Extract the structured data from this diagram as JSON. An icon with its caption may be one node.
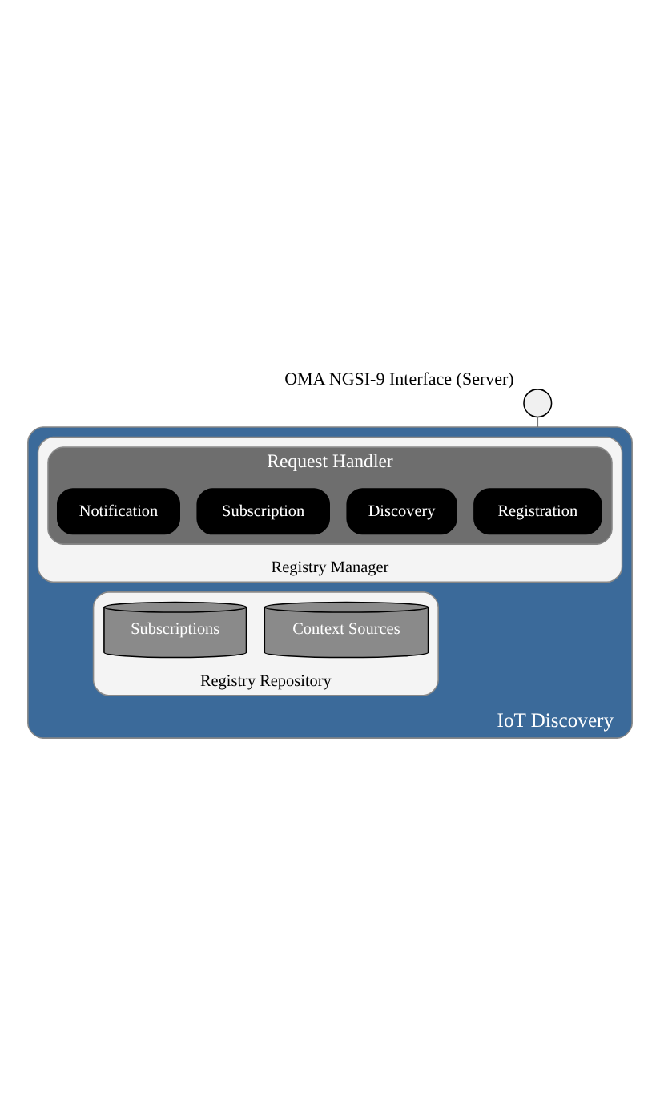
{
  "diagram": {
    "nodes": [
      {
        "text": [
          "OMA NGSI-9 Interface (Server)"
        ]
      },
      {
        "text": [
          "IoT Discovery"
        ]
      },
      {
        "text": [
          "Registry Manager"
        ],
        "in": 1
      },
      {
        "text": [
          "Request Handler"
        ],
        "in": 2
      },
      {
        "text": [
          "Registration"
        ],
        "in": 3
      },
      {
        "text": [
          "Discovery"
        ],
        "in": 3
      },
      {
        "text": [
          "Subscription"
        ],
        "in": 3
      },
      {
        "text": [
          "Notification"
        ],
        "in": 3
      },
      {
        "text": [
          "Registry Repository"
        ],
        "in": 1
      },
      {
        "text": [
          "Context Sources"
        ],
        "in": 8
      },
      {
        "text": [
          "Subscriptions"
        ],
        "in": 8
      }
    ],
    "edges": [
      {
        "from": 0,
        "to": 1,
        "arrow": "none"
      }
    ]
  }
}
